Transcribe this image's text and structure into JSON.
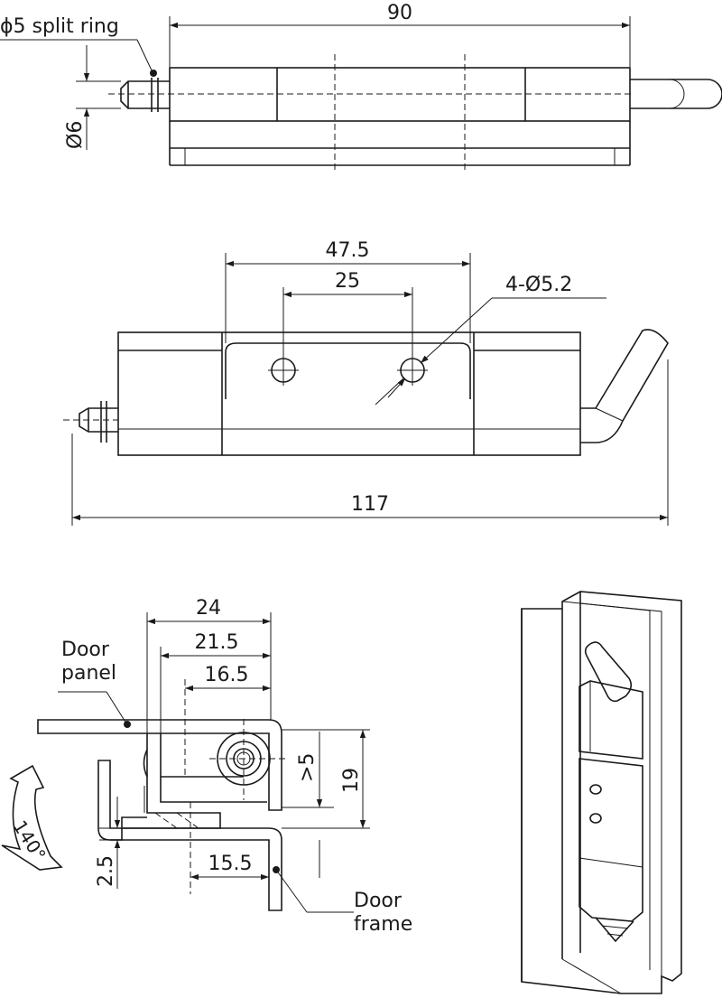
{
  "top_view": {
    "split_ring_label": "ϕ5 split ring",
    "length_label": "90",
    "diameter_label": "Ø6"
  },
  "front_view": {
    "hole_spacing_outer_label": "47.5",
    "hole_spacing_inner_label": "25",
    "hole_callout_label": "4-Ø5.2",
    "overall_length_label": "117"
  },
  "section_view": {
    "width_24_label": "24",
    "width_21_5_label": "21.5",
    "width_16_5_label": "16.5",
    "gap_label": ">5",
    "height_label": "19",
    "offset_label": "2.5",
    "width_15_5_label": "15.5",
    "angle_label": "140°",
    "door_panel_line1": "Door",
    "door_panel_line2": "panel",
    "door_frame_line1": "Door",
    "door_frame_line2": "frame"
  }
}
